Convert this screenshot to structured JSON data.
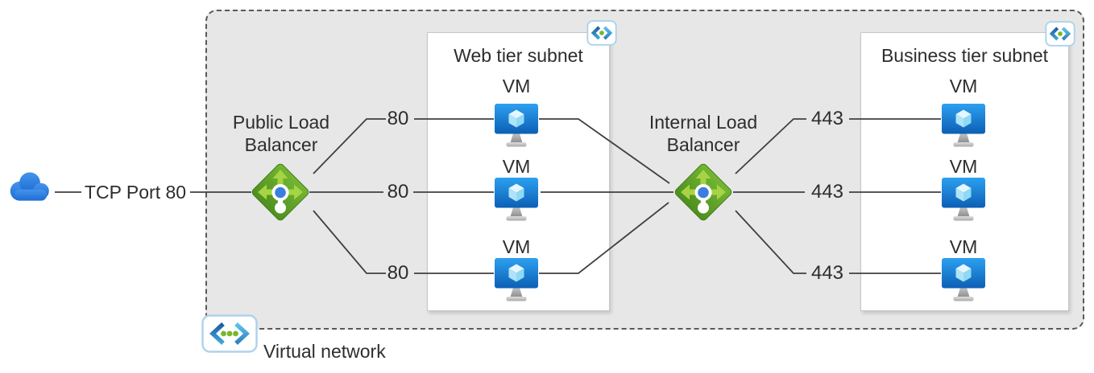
{
  "internet": {
    "connection_label": "TCP Port 80",
    "icon": "cloud-icon"
  },
  "virtual_network": {
    "label": "Virtual network",
    "icon": "virtual-network-icon"
  },
  "public_load_balancer": {
    "label_line1": "Public Load",
    "label_line2": "Balancer",
    "icon": "load-balancer-icon"
  },
  "internal_load_balancer": {
    "label_line1": "Internal Load",
    "label_line2": "Balancer",
    "icon": "load-balancer-icon"
  },
  "web_tier_subnet": {
    "title": "Web tier subnet",
    "icon": "subnet-icon",
    "vms": [
      {
        "name": "VM",
        "port": "80"
      },
      {
        "name": "VM",
        "port": "80"
      },
      {
        "name": "VM",
        "port": "80"
      }
    ]
  },
  "business_tier_subnet": {
    "title": "Business tier subnet",
    "icon": "subnet-icon",
    "vms": [
      {
        "name": "VM",
        "port": "443"
      },
      {
        "name": "VM",
        "port": "443"
      },
      {
        "name": "VM",
        "port": "443"
      }
    ]
  },
  "colors": {
    "vnet_fill": "#e7e7e7",
    "vnet_border": "#595959",
    "connector": "#3f3f3f",
    "load_balancer_green": "#5fa125",
    "arrow_green": "#a6d444",
    "vm_blue": "#1b78d0",
    "cloud_blue": "#2e82e0",
    "subnet_icon_border": "#acd3ec",
    "dot_green": "#76b82a",
    "text": "#2d2d2d"
  }
}
